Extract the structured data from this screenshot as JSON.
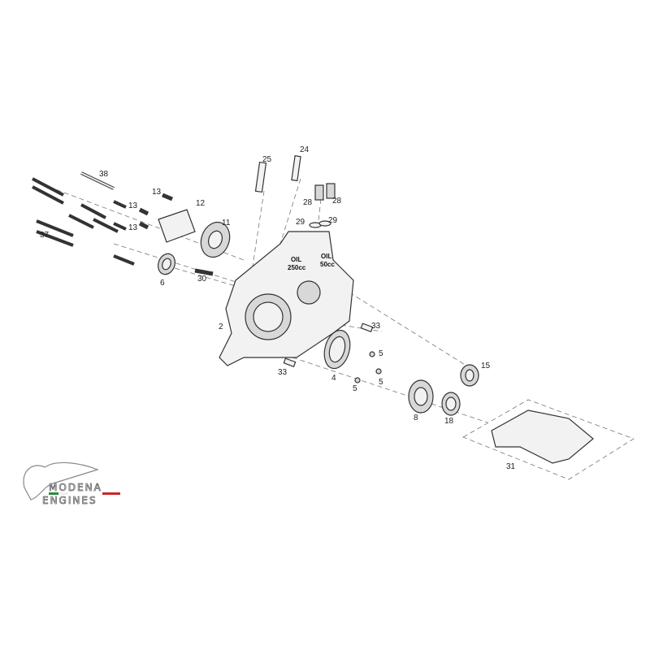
{
  "labels": [
    {
      "id": "38",
      "text": "38"
    },
    {
      "id": "13a",
      "text": "13"
    },
    {
      "id": "12",
      "text": "12"
    },
    {
      "id": "13b",
      "text": "13"
    },
    {
      "id": "11",
      "text": "11"
    },
    {
      "id": "13c",
      "text": "13"
    },
    {
      "id": "37",
      "text": "37"
    },
    {
      "id": "6",
      "text": "6"
    },
    {
      "id": "30",
      "text": "30"
    },
    {
      "id": "25",
      "text": "25"
    },
    {
      "id": "24",
      "text": "24"
    },
    {
      "id": "28a",
      "text": "28"
    },
    {
      "id": "28b",
      "text": "28"
    },
    {
      "id": "29a",
      "text": "29"
    },
    {
      "id": "29b",
      "text": "29"
    },
    {
      "id": "2",
      "text": "2"
    },
    {
      "id": "33a",
      "text": "33"
    },
    {
      "id": "33b",
      "text": "33"
    },
    {
      "id": "5a",
      "text": "5"
    },
    {
      "id": "5b",
      "text": "5"
    },
    {
      "id": "4",
      "text": "4"
    },
    {
      "id": "5c",
      "text": "5"
    },
    {
      "id": "15",
      "text": "15"
    },
    {
      "id": "8",
      "text": "8"
    },
    {
      "id": "18",
      "text": "18"
    },
    {
      "id": "31",
      "text": "31"
    }
  ],
  "stamps": {
    "oil_1_line1": "OIL",
    "oil_1_line2": "250cc",
    "oil_2_line1": "OIL",
    "oil_2_line2": "50cc"
  },
  "logo": {
    "line1": "MODENA",
    "line2": "ENGINES",
    "flag_colors": [
      "#2e8b3a",
      "#ffffff",
      "#c62828"
    ]
  }
}
